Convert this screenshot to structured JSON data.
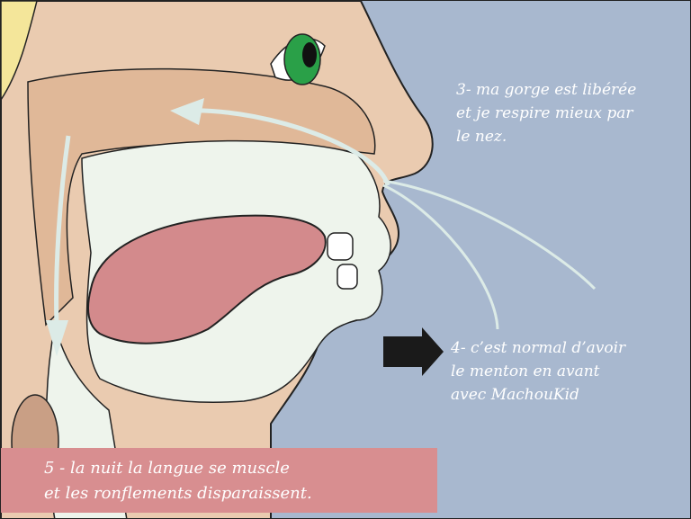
{
  "captions": {
    "step3": "3- ma gorge est libérée\net je respire mieux par\nle nez.",
    "step4": "4- c’est normal d’avoir\nle menton en avant\navec MachouKid",
    "step5": "5 - la nuit la langue se muscle\net les ronflements disparaissent."
  },
  "colors": {
    "background": "#a8b8cf",
    "skin": "#eacbb0",
    "oral_cavity": "#eef4ec",
    "tongue": "#d38a8c",
    "airflow": "#dcebe7",
    "caption_box": "#d88e90",
    "eye_iris": "#2aa048",
    "arrow": "#1a1a1a"
  }
}
